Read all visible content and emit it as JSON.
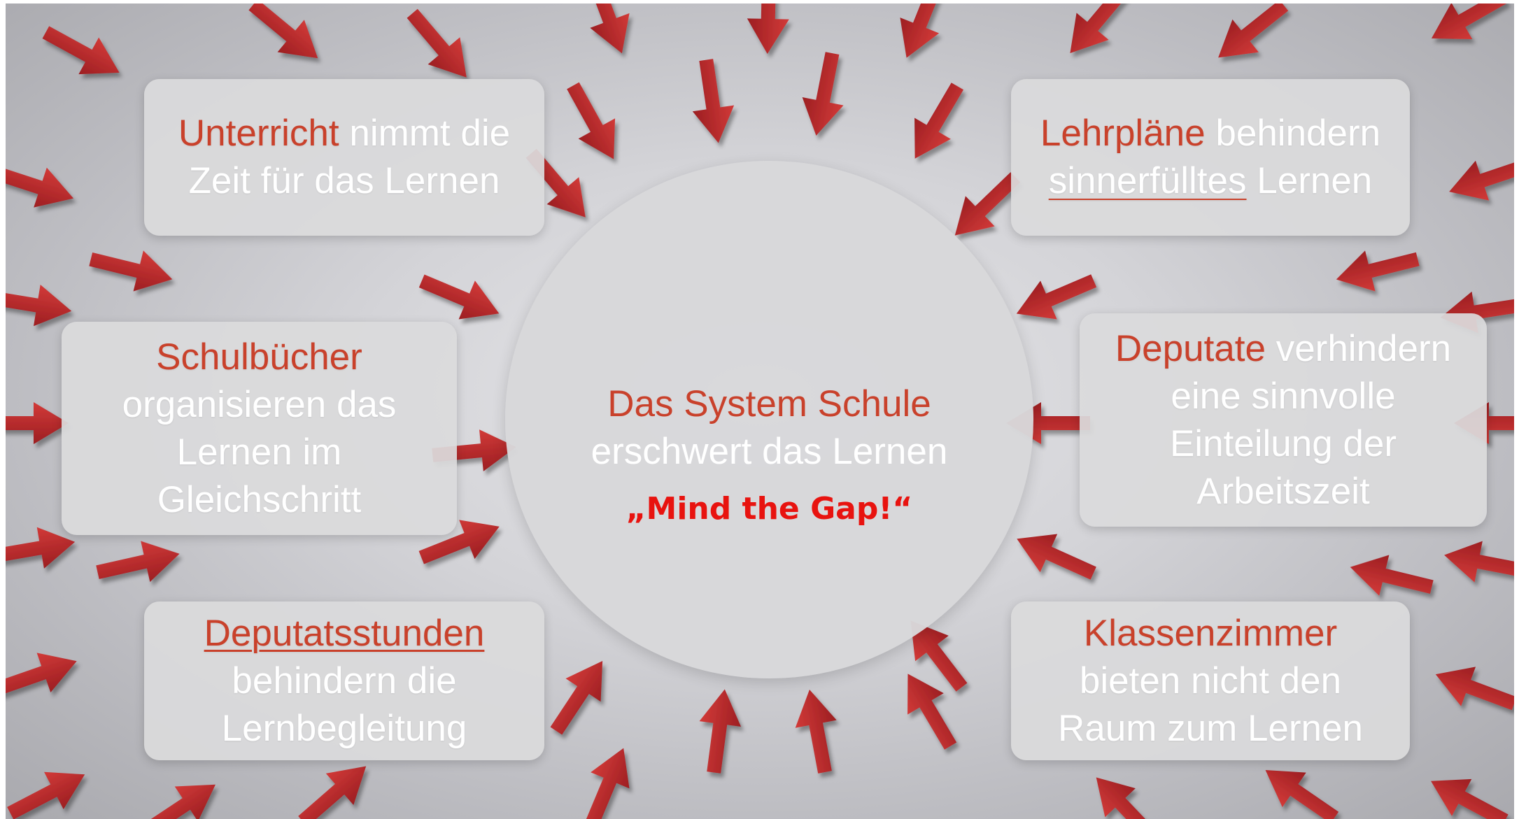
{
  "colors": {
    "accent_red": "#c9412b",
    "slogan_red": "#e8130f",
    "arrow_red": "#b8262a",
    "box_fill": "#dadadc"
  },
  "center": {
    "title": "Das System Schule",
    "subtitle": "erschwert das Lernen",
    "slogan": "„Mind the Gap!“"
  },
  "boxes": {
    "unterricht": {
      "highlight": "Unterricht",
      "rest_line1": " nimmt die",
      "line2": "Zeit für das Lernen"
    },
    "lehrplaene": {
      "highlight": "Lehrpläne",
      "rest_line1": " behindern",
      "underlined": "sinnerfülltes",
      "rest_line2": " Lernen"
    },
    "schulbuecher": {
      "highlight": "Schulbücher",
      "line2": "organisieren das",
      "line3": "Lernen im",
      "line4": "Gleichschritt"
    },
    "deputate": {
      "highlight": "Deputate",
      "rest_line1": " verhindern",
      "line2": "eine sinnvolle",
      "line3": "Einteilung der",
      "line4": "Arbeitszeit"
    },
    "deputatsstunden": {
      "highlight": "Deputatsstunden",
      "line2": "behindern die",
      "line3": "Lernbegleitung"
    },
    "klassenzimmer": {
      "highlight": "Klassenzimmer",
      "line2": "bieten nicht den",
      "line3": "Raum zum Lernen"
    }
  },
  "icons": {
    "arrow": "arrow-icon"
  }
}
